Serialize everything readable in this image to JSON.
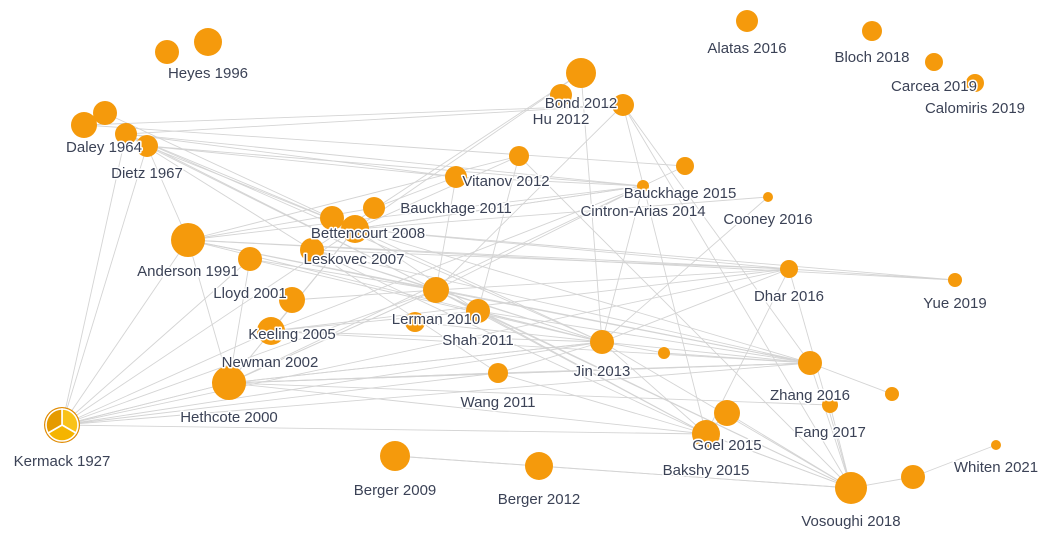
{
  "graph": {
    "node_color": "#f59a0c",
    "highlight_color": "#f5b400",
    "highlight_pie_colors": [
      "#f9c21a",
      "#f5b400",
      "#e59a00"
    ],
    "edge_color": "#d4d4d4",
    "nodes": [
      {
        "id": "heyes1996a",
        "label": ""
      },
      {
        "id": "heyes1996",
        "label": "Heyes 1996"
      },
      {
        "id": "alatas2016",
        "label": "Alatas 2016"
      },
      {
        "id": "bloch2018",
        "label": "Bloch 2018"
      },
      {
        "id": "carcea2019",
        "label": "Carcea 2019"
      },
      {
        "id": "calomiris2019",
        "label": "Calomiris 2019"
      },
      {
        "id": "daley1964a",
        "label": ""
      },
      {
        "id": "daley1964b",
        "label": ""
      },
      {
        "id": "daley1964",
        "label": "Daley 1964"
      },
      {
        "id": "dietz1967",
        "label": "Dietz 1967"
      },
      {
        "id": "bond2012",
        "label": "Bond 2012"
      },
      {
        "id": "hu2012",
        "label": "Hu 2012"
      },
      {
        "id": "bond2012b",
        "label": ""
      },
      {
        "id": "vitanov2012",
        "label": "Vitanov 2012"
      },
      {
        "id": "vitanov2012b",
        "label": ""
      },
      {
        "id": "bauckhage2015",
        "label": "Bauckhage 2015"
      },
      {
        "id": "bauckhage2015b",
        "label": ""
      },
      {
        "id": "cintron2014",
        "label": "Cintron-Arias 2014"
      },
      {
        "id": "cooney2016",
        "label": "Cooney 2016"
      },
      {
        "id": "bauckhage2011",
        "label": "Bauckhage 2011"
      },
      {
        "id": "bettencourt2008a",
        "label": ""
      },
      {
        "id": "bettencourt2008",
        "label": "Bettencourt 2008"
      },
      {
        "id": "anderson1991",
        "label": "Anderson 1991"
      },
      {
        "id": "leskovec2007",
        "label": "Leskovec 2007"
      },
      {
        "id": "lloyd2001",
        "label": "Lloyd 2001"
      },
      {
        "id": "lloyd2001b",
        "label": ""
      },
      {
        "id": "keeling2005",
        "label": "Keeling 2005"
      },
      {
        "id": "lerman2010",
        "label": "Lerman 2010"
      },
      {
        "id": "lerman2010b",
        "label": ""
      },
      {
        "id": "shah2011",
        "label": "Shah 2011"
      },
      {
        "id": "dhar2016",
        "label": "Dhar 2016"
      },
      {
        "id": "yue2019",
        "label": "Yue 2019"
      },
      {
        "id": "jin2013",
        "label": "Jin 2013"
      },
      {
        "id": "jin2013b",
        "label": ""
      },
      {
        "id": "newman2002",
        "label": "Newman 2002"
      },
      {
        "id": "hethcote2000",
        "label": "Hethcote 2000"
      },
      {
        "id": "wang2011",
        "label": "Wang 2011"
      },
      {
        "id": "zhang2016",
        "label": "Zhang 2016"
      },
      {
        "id": "zhang2016b",
        "label": ""
      },
      {
        "id": "fang2017",
        "label": "Fang 2017"
      },
      {
        "id": "goel2015a",
        "label": ""
      },
      {
        "id": "goel2015",
        "label": "Goel 2015"
      },
      {
        "id": "bakshy2015",
        "label": "Bakshy 2015"
      },
      {
        "id": "kermack1927",
        "label": "Kermack 1927"
      },
      {
        "id": "berger2009",
        "label": "Berger 2009"
      },
      {
        "id": "berger2012",
        "label": "Berger 2012"
      },
      {
        "id": "whiten2021",
        "label": "Whiten 2021"
      },
      {
        "id": "vosoughi2018",
        "label": "Vosoughi 2018"
      },
      {
        "id": "vosoughi2018b",
        "label": ""
      }
    ],
    "edges": [
      [
        "kermack1927",
        "daley1964"
      ],
      [
        "kermack1927",
        "anderson1991"
      ],
      [
        "kermack1927",
        "hethcote2000"
      ],
      [
        "kermack1927",
        "newman2002"
      ],
      [
        "kermack1927",
        "keeling2005"
      ],
      [
        "kermack1927",
        "lloyd2001"
      ],
      [
        "kermack1927",
        "bettencourt2008"
      ],
      [
        "kermack1927",
        "wang2011"
      ],
      [
        "kermack1927",
        "jin2013"
      ],
      [
        "kermack1927",
        "zhang2016"
      ],
      [
        "kermack1927",
        "lerman2010"
      ],
      [
        "kermack1927",
        "dietz1967"
      ],
      [
        "kermack1927",
        "goel2015"
      ],
      [
        "kermack1927",
        "dhar2016"
      ],
      [
        "daley1964",
        "bond2012b"
      ],
      [
        "daley1964",
        "vitanov2012"
      ],
      [
        "daley1964",
        "bauckhage2015b"
      ],
      [
        "daley1964",
        "bettencourt2008"
      ],
      [
        "daley1964",
        "leskovec2007"
      ],
      [
        "daley1964",
        "lerman2010"
      ],
      [
        "daley1964",
        "jin2013"
      ],
      [
        "daley1964a",
        "bond2012b"
      ],
      [
        "daley1964a",
        "bauckhage2015"
      ],
      [
        "dietz1967",
        "vitanov2012"
      ],
      [
        "dietz1967",
        "bettencourt2008"
      ],
      [
        "dietz1967",
        "anderson1991"
      ],
      [
        "dietz1967",
        "cintron2014"
      ],
      [
        "dietz1967",
        "lerman2010"
      ],
      [
        "bond2012",
        "bettencourt2008"
      ],
      [
        "bond2012",
        "jin2013"
      ],
      [
        "bond2012",
        "leskovec2007"
      ],
      [
        "bond2012b",
        "zhang2016"
      ],
      [
        "bond2012b",
        "lerman2010"
      ],
      [
        "bond2012b",
        "goel2015"
      ],
      [
        "vitanov2012b",
        "bettencourt2008"
      ],
      [
        "vitanov2012b",
        "shah2011"
      ],
      [
        "vitanov2012b",
        "anderson1991"
      ],
      [
        "vitanov2012",
        "cintron2014"
      ],
      [
        "vitanov2012",
        "lerman2010"
      ],
      [
        "vitanov2012",
        "bauckhage2011"
      ],
      [
        "bauckhage2015b",
        "bettencourt2008"
      ],
      [
        "bauckhage2015b",
        "lerman2010"
      ],
      [
        "bauckhage2015b",
        "jin2013"
      ],
      [
        "bauckhage2015b",
        "anderson1991"
      ],
      [
        "bauckhage2015b",
        "keeling2005"
      ],
      [
        "bauckhage2015",
        "cintron2014"
      ],
      [
        "cintron2014",
        "bettencourt2008"
      ],
      [
        "cintron2014",
        "newman2002"
      ],
      [
        "cooney2016",
        "jin2013"
      ],
      [
        "cooney2016",
        "bettencourt2008"
      ],
      [
        "anderson1991",
        "yue2019"
      ],
      [
        "anderson1991",
        "dhar2016"
      ],
      [
        "anderson1991",
        "hethcote2000"
      ],
      [
        "anderson1991",
        "jin2013"
      ],
      [
        "anderson1991",
        "lerman2010"
      ],
      [
        "anderson1991",
        "zhang2016"
      ],
      [
        "anderson1991",
        "bauckhage2011"
      ],
      [
        "bettencourt2008",
        "dhar2016"
      ],
      [
        "bettencourt2008",
        "yue2019"
      ],
      [
        "bettencourt2008",
        "jin2013"
      ],
      [
        "bettencourt2008",
        "shah2011"
      ],
      [
        "bettencourt2008",
        "newman2002"
      ],
      [
        "bettencourt2008",
        "zhang2016"
      ],
      [
        "bettencourt2008",
        "keeling2005"
      ],
      [
        "bettencourt2008",
        "hethcote2000"
      ],
      [
        "leskovec2007",
        "lerman2010"
      ],
      [
        "leskovec2007",
        "goel2015"
      ],
      [
        "leskovec2007",
        "dhar2016"
      ],
      [
        "leskovec2007",
        "zhang2016"
      ],
      [
        "leskovec2007",
        "wang2011"
      ],
      [
        "leskovec2007",
        "jin2013"
      ],
      [
        "lloyd2001",
        "jin2013"
      ],
      [
        "lloyd2001",
        "newman2002"
      ],
      [
        "lloyd2001",
        "lerman2010"
      ],
      [
        "keeling2005",
        "jin2013"
      ],
      [
        "keeling2005",
        "zhang2016"
      ],
      [
        "keeling2005",
        "shah2011"
      ],
      [
        "keeling2005",
        "dhar2016"
      ],
      [
        "newman2002",
        "jin2013"
      ],
      [
        "newman2002",
        "wang2011"
      ],
      [
        "newman2002",
        "zhang2016"
      ],
      [
        "newman2002",
        "lerman2010"
      ],
      [
        "hethcote2000",
        "jin2013"
      ],
      [
        "hethcote2000",
        "wang2011"
      ],
      [
        "hethcote2000",
        "zhang2016"
      ],
      [
        "hethcote2000",
        "goel2015"
      ],
      [
        "hethcote2000",
        "lerman2010"
      ],
      [
        "hethcote2000",
        "fang2017"
      ],
      [
        "lerman2010",
        "shah2011"
      ],
      [
        "lerman2010",
        "dhar2016"
      ],
      [
        "lerman2010",
        "zhang2016"
      ],
      [
        "lerman2010",
        "goel2015"
      ],
      [
        "lerman2010",
        "jin2013"
      ],
      [
        "lerman2010",
        "vosoughi2018"
      ],
      [
        "shah2011",
        "jin2013"
      ],
      [
        "shah2011",
        "zhang2016"
      ],
      [
        "shah2011",
        "goel2015"
      ],
      [
        "shah2011",
        "vosoughi2018"
      ],
      [
        "wang2011",
        "zhang2016"
      ],
      [
        "wang2011",
        "jin2013"
      ],
      [
        "wang2011",
        "goel2015"
      ],
      [
        "jin2013",
        "zhang2016"
      ],
      [
        "jin2013",
        "dhar2016"
      ],
      [
        "jin2013",
        "goel2015"
      ],
      [
        "jin2013",
        "jin2013b"
      ],
      [
        "jin2013",
        "vosoughi2018"
      ],
      [
        "jin2013b",
        "zhang2016"
      ],
      [
        "zhang2016",
        "zhang2016b"
      ],
      [
        "zhang2016",
        "vosoughi2018"
      ],
      [
        "goel2015",
        "vosoughi2018"
      ],
      [
        "goel2015a",
        "vosoughi2018"
      ],
      [
        "goel2015a",
        "bakshy2015"
      ],
      [
        "bakshy2015",
        "vosoughi2018"
      ],
      [
        "fang2017",
        "vosoughi2018"
      ],
      [
        "berger2009",
        "berger2012"
      ],
      [
        "berger2012",
        "vosoughi2018"
      ],
      [
        "berger2009",
        "vosoughi2018"
      ],
      [
        "vosoughi2018",
        "vosoughi2018b"
      ],
      [
        "vosoughi2018b",
        "whiten2021"
      ],
      [
        "dhar2016",
        "yue2019"
      ],
      [
        "dhar2016",
        "goel2015"
      ],
      [
        "dhar2016",
        "vosoughi2018"
      ],
      [
        "bond2012b",
        "vosoughi2018"
      ],
      [
        "vitanov2012b",
        "vosoughi2018"
      ],
      [
        "daley1964b",
        "bettencourt2008"
      ],
      [
        "lerman2010b",
        "jin2013"
      ],
      [
        "lloyd2001b",
        "lerman2010"
      ]
    ]
  }
}
